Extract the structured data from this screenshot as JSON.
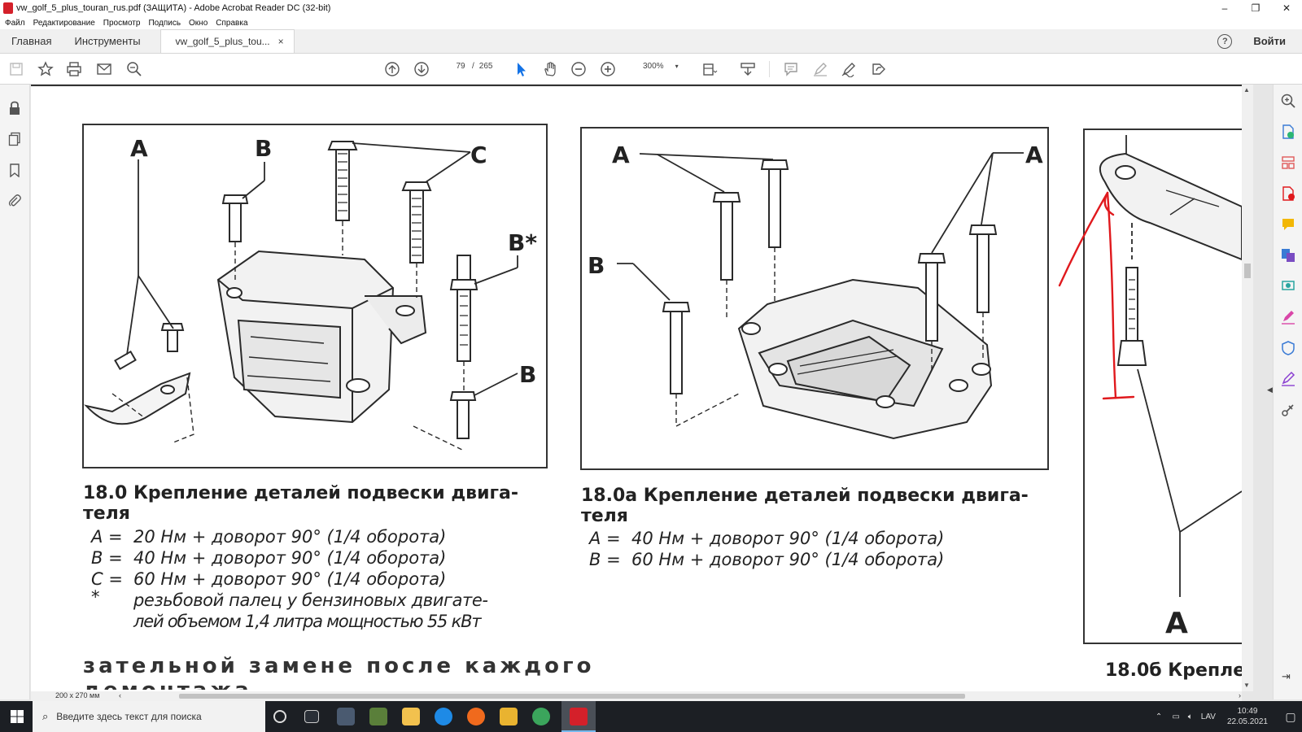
{
  "window": {
    "title": "vw_golf_5_plus_touran_rus.pdf (ЗАЩИТА) - Adobe Acrobat Reader DC (32-bit)",
    "controls": {
      "minimize": "–",
      "restore": "❐",
      "close": "✕"
    }
  },
  "menu": [
    "Файл",
    "Редактирование",
    "Просмотр",
    "Подпись",
    "Окно",
    "Справка"
  ],
  "tabs": {
    "home": "Главная",
    "tools": "Инструменты",
    "document": "vw_golf_5_plus_tou...",
    "close": "×",
    "help": "?",
    "login": "Войти"
  },
  "toolbar": {
    "page_current": "79",
    "page_sep": "/",
    "page_total": "265",
    "zoom": "300%",
    "zoom_caret": "▾"
  },
  "document": {
    "fig1": {
      "labels": {
        "a": "A",
        "b": "B",
        "c": "C",
        "bstar": "B*",
        "b2": "B"
      },
      "caption_line1": "18.0 Крепление деталей подвески двига-",
      "caption_line2": "теля",
      "specs": [
        {
          "key": "A =",
          "text": "20 Нм + доворот 90° (1/4 оборота)"
        },
        {
          "key": "B =",
          "text": "40 Нм + доворот 90° (1/4 оборота)"
        },
        {
          "key": "C =",
          "text": "60 Нм + доворот 90° (1/4 оборота)"
        }
      ],
      "note_star": "*",
      "note_line1": "резьбовой палец у бензиновых двигате-",
      "note_line2": "лей объемом 1,4 литра мощностью 55 кВт"
    },
    "fig2": {
      "labels": {
        "a1": "A",
        "a2": "A",
        "b": "B"
      },
      "caption_line1": "18.0а Крепление деталей подвески двига-",
      "caption_line2": "теля",
      "specs": [
        {
          "key": "A =",
          "text": "40 Нм + доворот 90° (1/4 оборота)"
        },
        {
          "key": "B =",
          "text": "60 Нм + доворот 90° (1/4 оборота)"
        }
      ]
    },
    "fig3": {
      "label_a": "A",
      "caption": "18.0б Крепле"
    },
    "bottom_line1": "зательной замене после каждого",
    "bottom_line2": "демонтажа"
  },
  "status": {
    "page_size": "200 x 270 мм",
    "left": "‹",
    "right": "›"
  },
  "taskbar": {
    "search_placeholder": "Введите здесь текст для поиска",
    "lang": "LAV",
    "time": "10:49",
    "date": "22.05.2021"
  },
  "colors": {
    "acrobat_red": "#d4202a",
    "ink_red": "#e0191d",
    "active_blue": "#1473e6"
  }
}
